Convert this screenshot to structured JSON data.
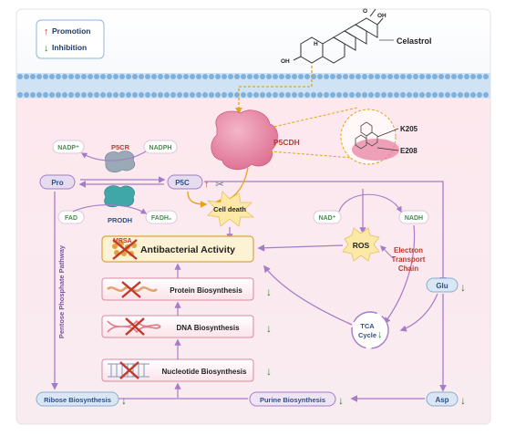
{
  "legend": {
    "promotion": "Promotion",
    "inhibition": "Inhibition",
    "promotion_color": "#c0392b",
    "inhibition_color": "#2e7d32"
  },
  "celastrol": {
    "label": "Celastrol",
    "atom_oh_left": "OH",
    "atom_h": "H",
    "atom_o_top": "O",
    "atom_oh_right": "OH"
  },
  "enzymes": {
    "p5cr": "P5CR",
    "prodh": "PRODH",
    "p5cdh": "P5CDH",
    "k205": "K205",
    "e208": "E208"
  },
  "metabolites": {
    "nadp": "NADP⁺",
    "nadph": "NADPH",
    "pro": "Pro",
    "p5c": "P5C",
    "fad": "FAD",
    "fadh2": "FADH₂",
    "nad": "NAD⁺",
    "nadh": "NADH",
    "glu": "Glu",
    "asp": "Asp"
  },
  "processes": {
    "cell_death": "Cell death",
    "mrsa": "MRSA",
    "antibacterial": "Antibacterial Activity",
    "protein": "Protein Biosynthesis",
    "dna": "DNA Biosynthesis",
    "nucleotide": "Nucleotide Biosynthesis",
    "ros": "ROS",
    "etc_line1": "Electron",
    "etc_line2": "Transport",
    "etc_line3": "Chain",
    "tca_line1": "TCA",
    "tca_line2": "Cycle",
    "ppp": "Pentose Phosphate Pathway",
    "ribose": "Ribose Biosynthesis",
    "purine": "Purine Biosynthesis"
  },
  "colors": {
    "arrow": "#a67bc8",
    "membrane": "#9ec5e6",
    "background_pink": "#fbe9ee",
    "enzyme_pink": "#e88aa6",
    "title_red": "#c0392b"
  }
}
